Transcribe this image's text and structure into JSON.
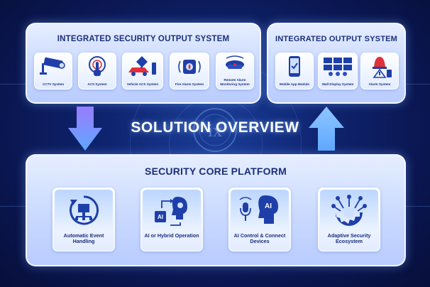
{
  "top_left_panel": {
    "title": "INTEGRATED SECURITY OUTPUT SYSTEM",
    "items": [
      {
        "label": "CCTV System",
        "icon": "cctv-camera-icon"
      },
      {
        "label": "ACS System",
        "icon": "touch-access-icon"
      },
      {
        "label": "Vehicle ACS System",
        "icon": "vehicle-icon"
      },
      {
        "label": "Fire Alarm System",
        "icon": "fire-alarm-icon"
      },
      {
        "label": "Remote Alarm Monitoring System",
        "icon": "smoke-detector-icon"
      }
    ]
  },
  "top_right_panel": {
    "title": "INTEGRATED OUTPUT SYSTEM",
    "items": [
      {
        "label": "Mobile App Module",
        "icon": "mobile-app-icon"
      },
      {
        "label": "Wall Display System",
        "icon": "wall-display-icon"
      },
      {
        "label": "Alarm System",
        "icon": "alarm-icon"
      }
    ]
  },
  "center_title": "SOLUTION OVERVIEW",
  "bottom_panel": {
    "title": "SECURITY CORE PLATFORM",
    "items": [
      {
        "label": "Automatic Event Handling",
        "icon": "event-handling-icon"
      },
      {
        "label": "AI or Hybrid Operation",
        "icon": "ai-hybrid-icon"
      },
      {
        "label": "AI Control & Connect Devices",
        "icon": "ai-control-icon"
      },
      {
        "label": "Adaptive Security Ecosystem",
        "icon": "ecosystem-gear-icon"
      }
    ]
  },
  "colors": {
    "background": "#0a1650",
    "panel_text": "#1b2f7a",
    "icon_blue": "#1f3fa8",
    "arrow_blue": "#5fa8ff",
    "accent_red": "#e0303a"
  }
}
